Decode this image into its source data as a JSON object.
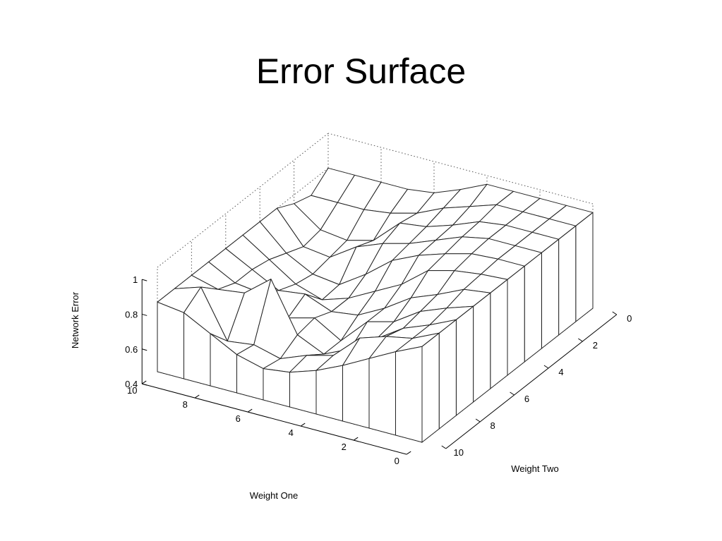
{
  "slide": {
    "title": "Error Surface"
  },
  "chart_data": {
    "type": "surface",
    "title": "Error Surface",
    "xlabel": "Weight One",
    "ylabel": "Weight Two",
    "zlabel": "Network Error",
    "xlim": [
      0,
      10
    ],
    "ylim": [
      0,
      10
    ],
    "zlim": [
      0.4,
      1
    ],
    "x_ticks": [
      "0",
      "2",
      "4",
      "6",
      "8",
      "10"
    ],
    "y_ticks": [
      "0",
      "2",
      "4",
      "6",
      "8",
      "10"
    ],
    "z_ticks": [
      "0.4",
      "0.6",
      "0.8",
      "1"
    ],
    "grid": true,
    "x": [
      0,
      1,
      2,
      3,
      4,
      5,
      6,
      7,
      8,
      9,
      10
    ],
    "y": [
      0,
      1,
      2,
      3,
      4,
      5,
      6,
      7,
      8,
      9,
      10
    ],
    "z": [
      [
        0.95,
        0.95,
        0.95,
        0.95,
        0.95,
        0.88,
        0.82,
        0.8,
        0.8,
        0.8,
        0.8
      ],
      [
        0.95,
        0.95,
        0.95,
        0.95,
        0.9,
        0.85,
        0.78,
        0.74,
        0.72,
        0.72,
        0.72
      ],
      [
        0.95,
        0.95,
        0.95,
        0.93,
        0.87,
        0.82,
        0.8,
        0.66,
        0.62,
        0.64,
        0.75
      ],
      [
        0.95,
        0.95,
        0.95,
        0.92,
        0.86,
        0.8,
        0.76,
        0.7,
        0.6,
        0.62,
        0.8
      ],
      [
        0.95,
        0.95,
        0.94,
        0.9,
        0.85,
        0.78,
        0.66,
        0.56,
        0.58,
        0.66,
        0.8
      ],
      [
        0.95,
        0.94,
        0.92,
        0.88,
        0.76,
        0.68,
        0.6,
        0.55,
        0.6,
        0.7,
        0.8
      ],
      [
        0.95,
        0.93,
        0.86,
        0.8,
        0.7,
        0.62,
        0.6,
        0.66,
        0.64,
        0.72,
        0.8
      ],
      [
        0.95,
        0.9,
        0.84,
        0.74,
        0.7,
        0.55,
        0.64,
        0.6,
        0.7,
        0.72,
        0.8
      ],
      [
        0.95,
        0.88,
        0.82,
        0.72,
        0.62,
        0.55,
        0.62,
        0.9,
        0.78,
        0.76,
        0.8
      ],
      [
        0.95,
        0.88,
        0.85,
        0.8,
        0.66,
        0.62,
        0.56,
        0.6,
        0.58,
        0.85,
        0.8
      ],
      [
        0.95,
        0.88,
        0.8,
        0.72,
        0.65,
        0.6,
        0.58,
        0.62,
        0.7,
        0.78,
        0.8
      ]
    ]
  }
}
